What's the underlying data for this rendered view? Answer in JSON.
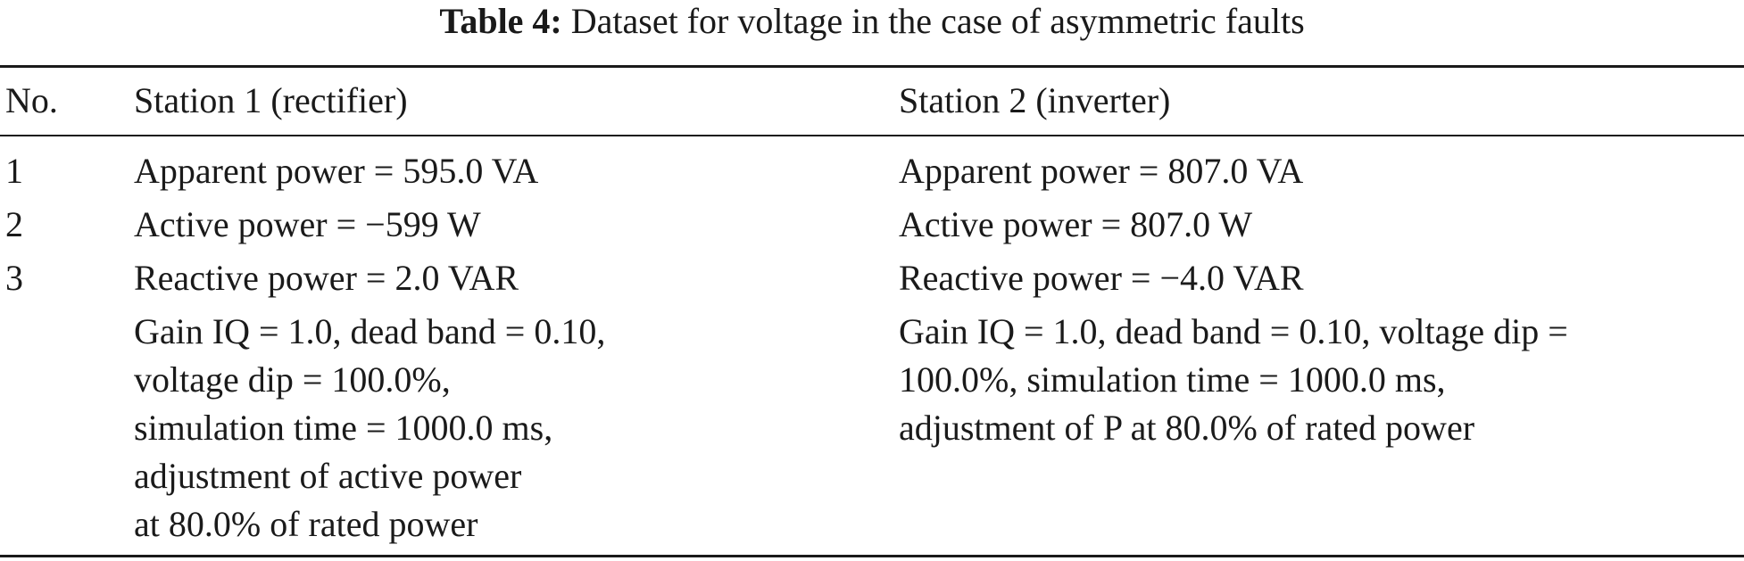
{
  "caption": {
    "label": "Table 4:",
    "text": "Dataset for voltage in the case of asymmetric faults"
  },
  "table": {
    "headers": {
      "no": "No.",
      "station1": "Station 1 (rectifier)",
      "station2": "Station 2 (inverter)"
    },
    "rows": [
      {
        "no": "1",
        "station1": "Apparent power = 595.0 VA",
        "station2": "Apparent power = 807.0 VA"
      },
      {
        "no": "2",
        "station1": "Active power = −599 W",
        "station2": "Active power = 807.0 W"
      },
      {
        "no": "3",
        "station1": "Reactive power = 2.0 VAR",
        "station2": "Reactive power = −4.0 VAR"
      }
    ],
    "settings": {
      "station1_lines": [
        "Gain IQ = 1.0, dead band = 0.10,",
        "voltage dip = 100.0%,",
        "simulation time = 1000.0 ms,",
        "adjustment of active power",
        "at 80.0% of rated power"
      ],
      "station2_lines": [
        "Gain IQ = 1.0, dead band = 0.10, voltage dip =",
        "100.0%, simulation time = 1000.0 ms,",
        "adjustment of P at 80.0% of rated power"
      ]
    }
  }
}
